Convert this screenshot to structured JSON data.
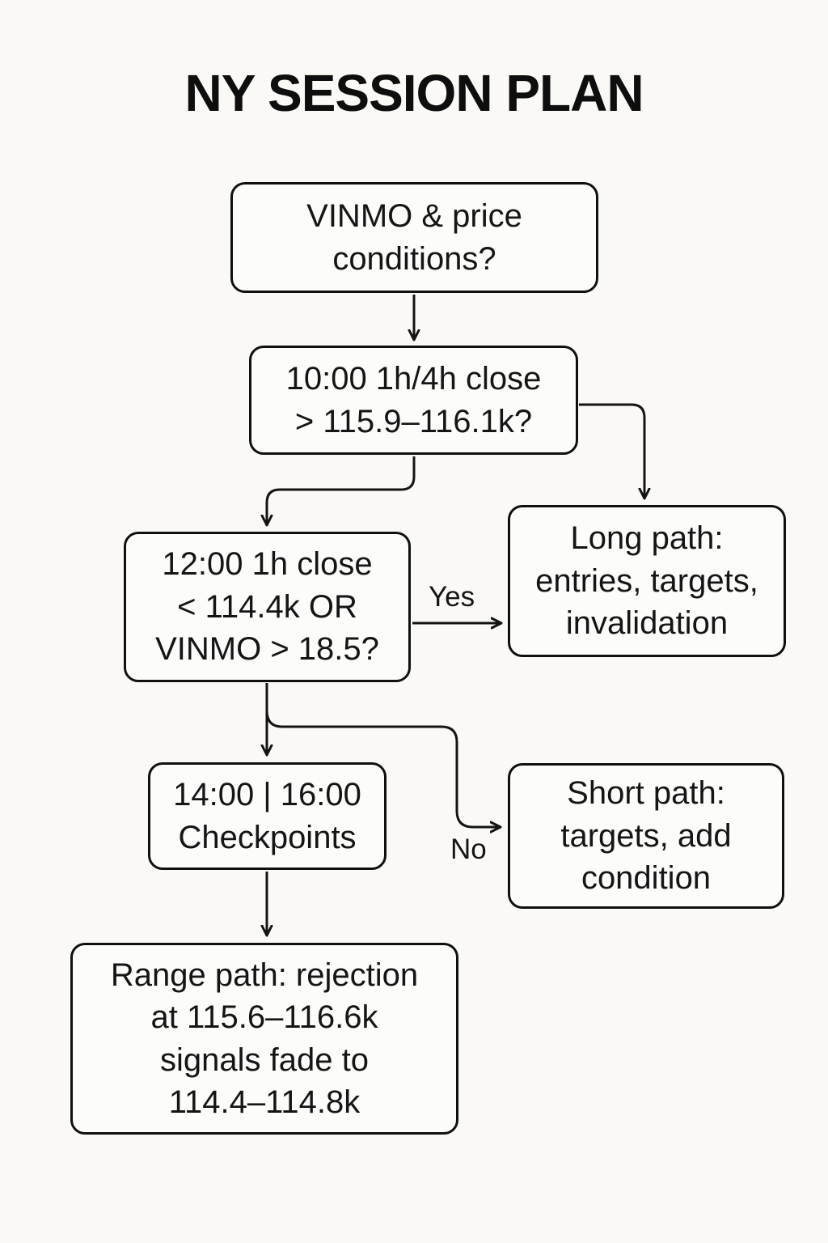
{
  "title": "NY SESSION PLAN",
  "nodes": {
    "start": {
      "label": "VINMO & price\nconditions?"
    },
    "check10": {
      "label": "10:00 1h/4h close\n> 115.9–116.1k?"
    },
    "check12": {
      "label": "12:00 1h close\n< 114.4k OR\nVINMO > 18.5?"
    },
    "long_path": {
      "label": "Long path:\nentries, targets,\ninvalidation"
    },
    "checkpoints": {
      "label": "14:00 | 16:00\nCheckpoints"
    },
    "short_path": {
      "label": "Short path:\ntargets, add\ncondition"
    },
    "range_path": {
      "label": "Range path: rejection\nat 115.6–116.6k\nsignals fade to\n114.4–114.8k"
    }
  },
  "edge_labels": {
    "yes": "Yes",
    "no": "No"
  },
  "colors": {
    "background": "#faf9f6",
    "node_fill": "#fcfcfa",
    "line": "#141414",
    "text": "#151515"
  }
}
